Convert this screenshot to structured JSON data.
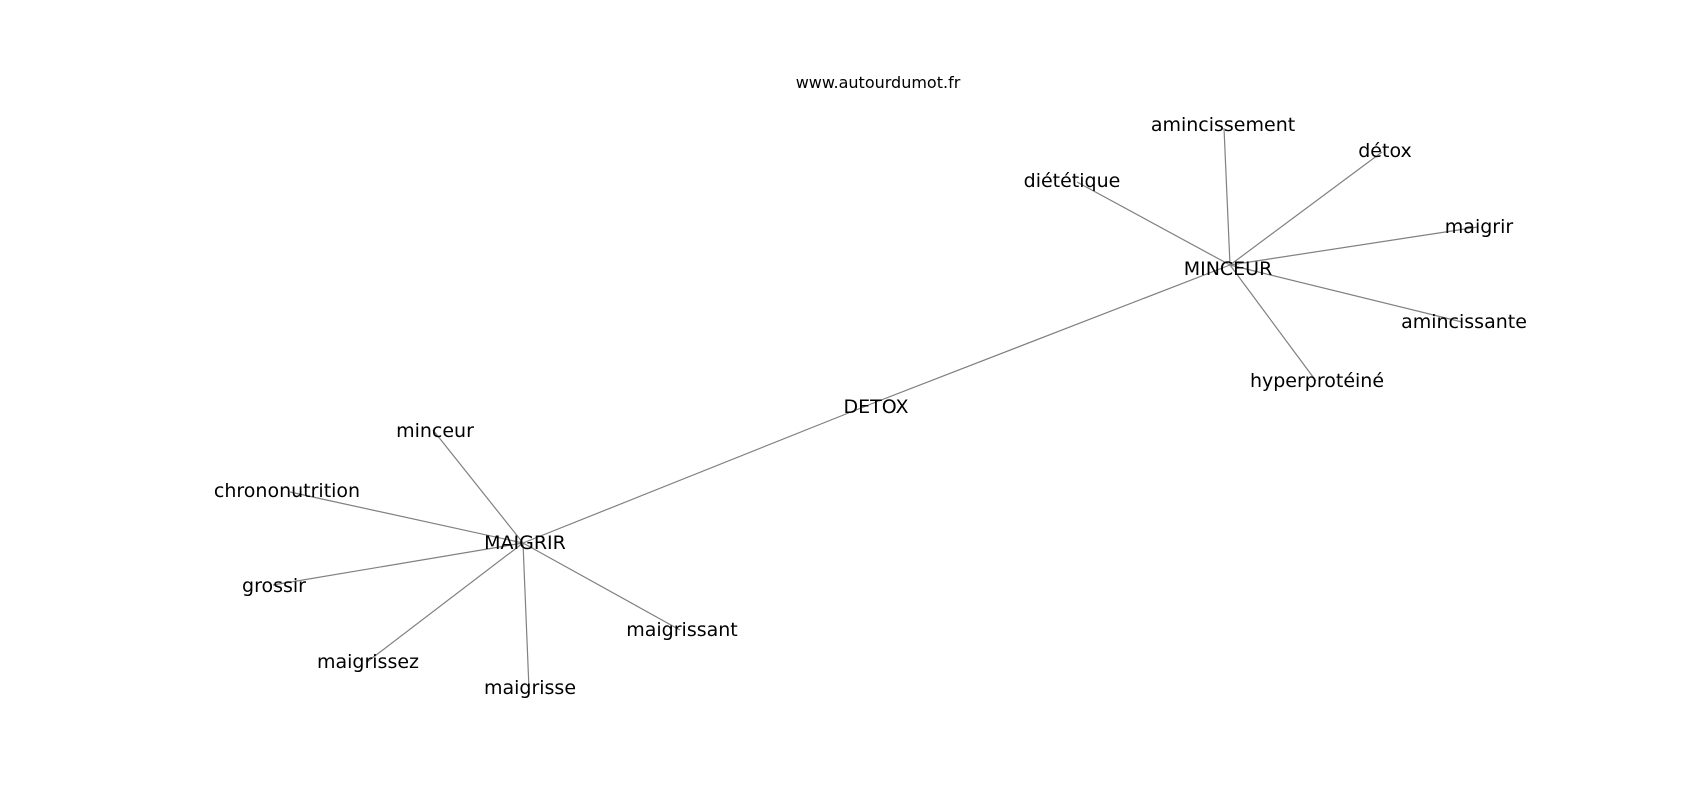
{
  "header": {
    "site": "www.autourdumot.fr"
  },
  "graph": {
    "center": "DETOX",
    "hubs": [
      {
        "id": "minceur_hub",
        "label": "MINCEUR",
        "neighbors": [
          "amincissement",
          "détox",
          "diététique",
          "maigrir",
          "amincissante",
          "hyperprotéiné"
        ]
      },
      {
        "id": "maigrir_hub",
        "label": "MAIGRIR",
        "neighbors": [
          "minceur",
          "chrononutrition",
          "grossir",
          "maigrissez",
          "maigrisse",
          "maigrissant"
        ]
      }
    ]
  },
  "colors": {
    "edge": "#808080",
    "text": "#000000",
    "background": "#ffffff"
  }
}
